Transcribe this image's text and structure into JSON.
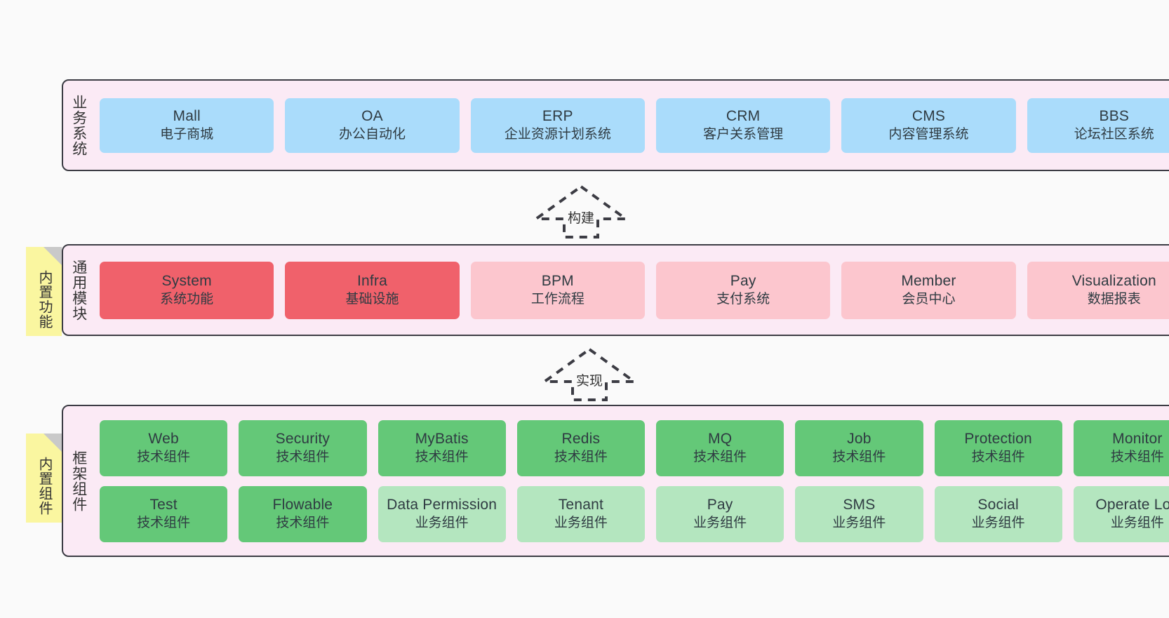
{
  "diagram": {
    "background": "#fafafa",
    "band_fill": "#fbeaf5",
    "band_border": "#3c3c44",
    "colors": {
      "blue": "#aadcfb",
      "red": "#f0616b",
      "pink": "#fcc6ce",
      "green": "#64c878",
      "light_green": "#b4e6bf",
      "sticky_yellow": "#faf6a0",
      "sticky_fold": "#c9c9c9"
    }
  },
  "business_layer": {
    "title": "业务系统",
    "cards": [
      {
        "en": "Mall",
        "cn": "电子商城"
      },
      {
        "en": "OA",
        "cn": "办公自动化"
      },
      {
        "en": "ERP",
        "cn": "企业资源计划系统"
      },
      {
        "en": "CRM",
        "cn": "客户关系管理"
      },
      {
        "en": "CMS",
        "cn": "内容管理系统"
      },
      {
        "en": "BBS",
        "cn": "论坛社区系统"
      }
    ]
  },
  "build_arrow": {
    "label": "构建"
  },
  "module_layer": {
    "title": "通用模块",
    "sticky": "内置功能",
    "cards": [
      {
        "en": "System",
        "cn": "系统功能",
        "color": "red"
      },
      {
        "en": "Infra",
        "cn": "基础设施",
        "color": "red"
      },
      {
        "en": "BPM",
        "cn": "工作流程",
        "color": "pink"
      },
      {
        "en": "Pay",
        "cn": "支付系统",
        "color": "pink"
      },
      {
        "en": "Member",
        "cn": "会员中心",
        "color": "pink"
      },
      {
        "en": "Visualization",
        "cn": "数据报表",
        "color": "pink"
      }
    ]
  },
  "implement_arrow": {
    "label": "实现"
  },
  "framework_layer": {
    "title": "框架组件",
    "sticky": "内置组件",
    "row1": [
      {
        "en": "Web",
        "cn": "技术组件",
        "color": "green"
      },
      {
        "en": "Security",
        "cn": "技术组件",
        "color": "green"
      },
      {
        "en": "MyBatis",
        "cn": "技术组件",
        "color": "green"
      },
      {
        "en": "Redis",
        "cn": "技术组件",
        "color": "green"
      },
      {
        "en": "MQ",
        "cn": "技术组件",
        "color": "green"
      },
      {
        "en": "Job",
        "cn": "技术组件",
        "color": "green"
      },
      {
        "en": "Protection",
        "cn": "技术组件",
        "color": "green"
      },
      {
        "en": "Monitor",
        "cn": "技术组件",
        "color": "green"
      }
    ],
    "row2": [
      {
        "en": "Test",
        "cn": "技术组件",
        "color": "green"
      },
      {
        "en": "Flowable",
        "cn": "技术组件",
        "color": "green"
      },
      {
        "en": "Data Permission",
        "cn": "业务组件",
        "color": "light_green"
      },
      {
        "en": "Tenant",
        "cn": "业务组件",
        "color": "light_green"
      },
      {
        "en": "Pay",
        "cn": "业务组件",
        "color": "light_green"
      },
      {
        "en": "SMS",
        "cn": "业务组件",
        "color": "light_green"
      },
      {
        "en": "Social",
        "cn": "业务组件",
        "color": "light_green"
      },
      {
        "en": "Operate Log",
        "cn": "业务组件",
        "color": "light_green"
      }
    ]
  }
}
